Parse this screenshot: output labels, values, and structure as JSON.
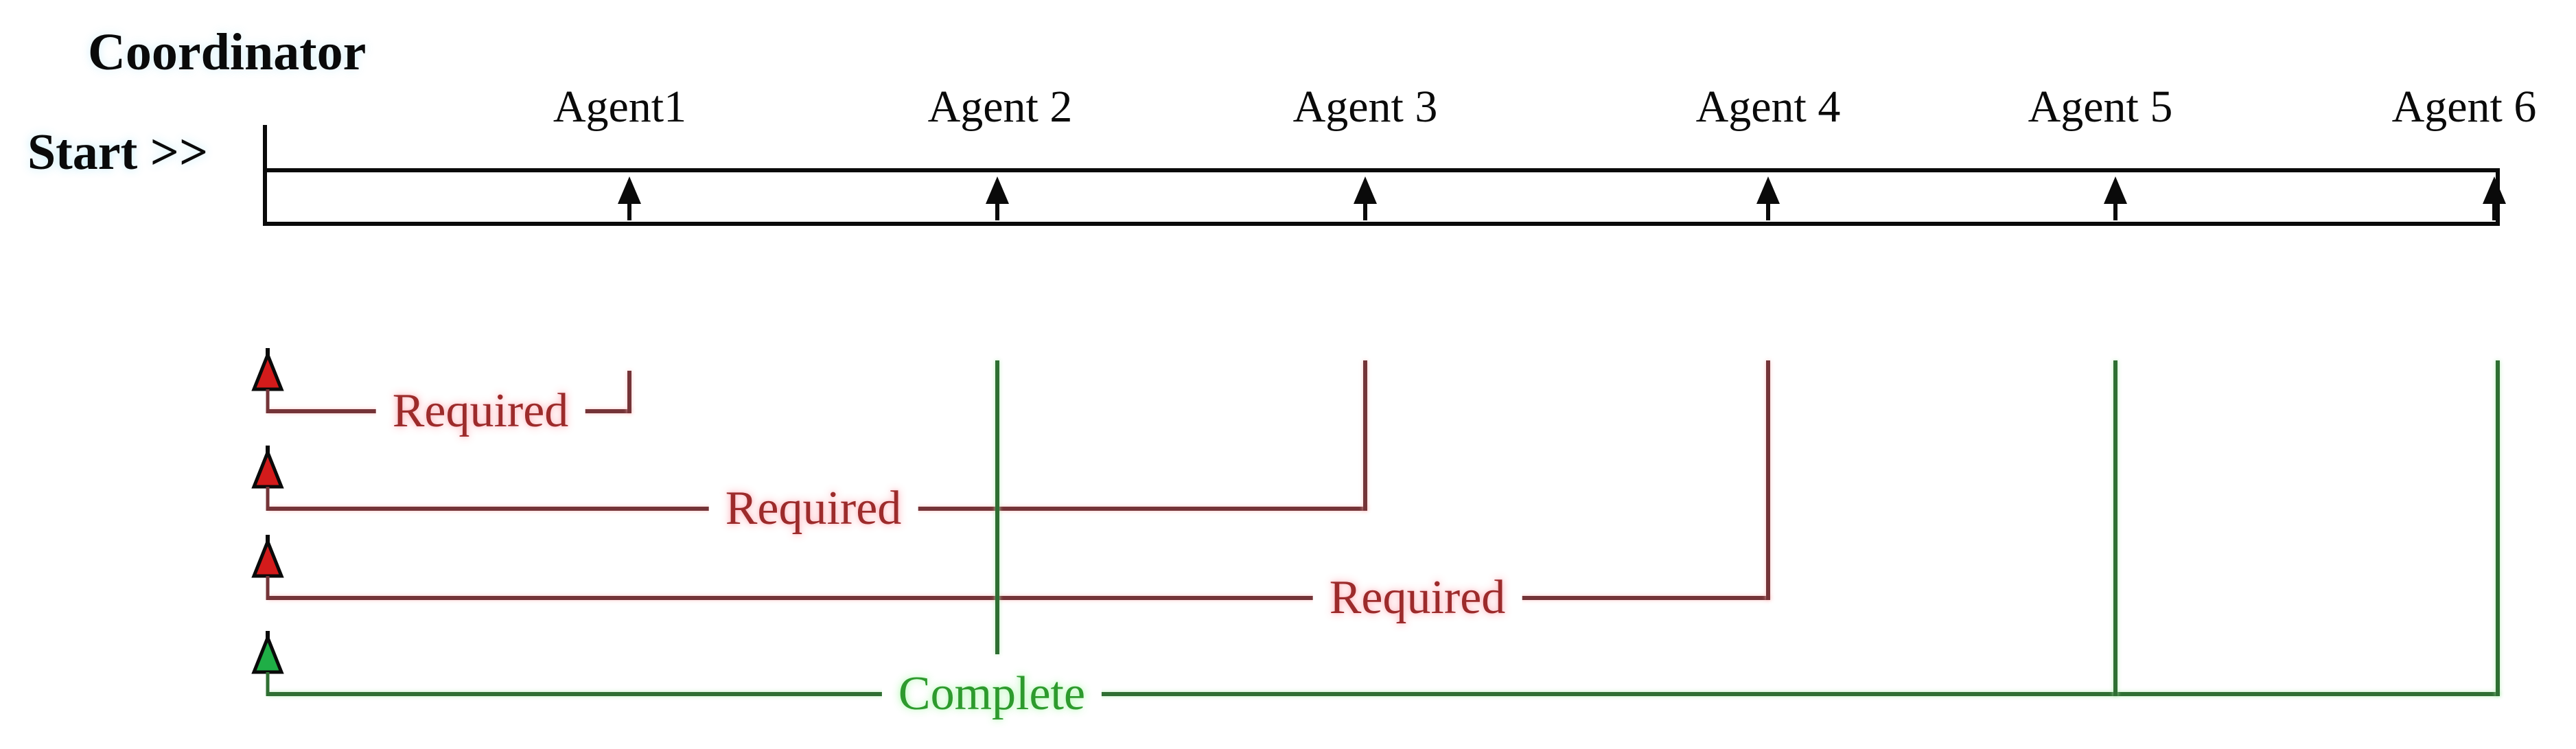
{
  "diagram": {
    "coordinator_label": "Coordinator",
    "start_label": "Start >>",
    "agents": [
      {
        "label": "Agent1"
      },
      {
        "label": "Agent 2"
      },
      {
        "label": "Agent 3"
      },
      {
        "label": "Agent 4"
      },
      {
        "label": "Agent 5"
      },
      {
        "label": "Agent 6"
      }
    ],
    "callbacks": [
      {
        "label": "Required",
        "status": "required",
        "color": "#9c2b2b"
      },
      {
        "label": "Required",
        "status": "required",
        "color": "#9c2b2b"
      },
      {
        "label": "Required",
        "status": "required",
        "color": "#9c2b2b"
      },
      {
        "label": "Complete",
        "status": "complete",
        "color": "#2e9a2e"
      }
    ],
    "colors": {
      "bar_and_text": "#0a0a0a",
      "required_line": "#743438",
      "required_text": "#9c2b2b",
      "required_arrow_fill": "#d31b1b",
      "complete_line": "#2f6f33",
      "complete_text": "#2e9a2e",
      "complete_arrow_fill": "#1fae46",
      "background": "#ffffff"
    },
    "icons": {
      "bar_tick": "black-up-arrow",
      "required_callback": "red-up-arrow",
      "complete_callback": "green-up-arrow"
    }
  }
}
